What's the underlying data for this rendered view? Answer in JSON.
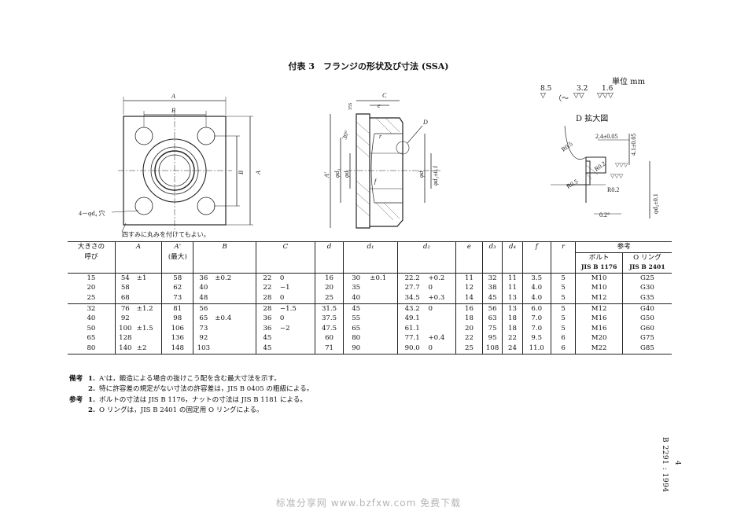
{
  "title": "付表 3　フランジの形状及び寸法 (SSA)",
  "unit": "単位 mm",
  "finish": {
    "a": "8.5",
    "b": "3.2",
    "c": "1.6",
    "paren_open": "（～",
    "tri1": "▽",
    "tri2": "▽▽",
    "tri3": "▽▽▽"
  },
  "detail_title": "D 拡大図",
  "front_view": {
    "dim_A": "A",
    "dim_B": "B",
    "dim_B_v": "B",
    "dim_A_v": "A",
    "hole_label": "4－φd₄ 穴",
    "corner_note": "四すみに丸みを付けてもよい。"
  },
  "section_view": {
    "dim_C": "C",
    "dim_e": "e",
    "dim_A1": "A'",
    "dim_d3": "φd₃",
    "dim_d": "φd",
    "dim_f": "f",
    "dim_d_r": "φd",
    "dim_d1": "φd₁±0.1",
    "angle": "30°",
    "r_label": "r",
    "face": "35S",
    "D_label": "D"
  },
  "detail_view": {
    "w": "2.4±0.05",
    "h": "4.1±0.05",
    "r1": "R0.5",
    "r2": "R0.2",
    "r3": "R0.5",
    "r4": "R0.2",
    "d2": "φd₂±0.1",
    "ang": "0.2°",
    "sym1": "▽▽▽",
    "sym2": "▽▽▽"
  },
  "table": {
    "headers": {
      "size": "大きさの",
      "size2": "呼び",
      "A": "A",
      "A1": "A'",
      "A1sub": "(最大)",
      "B": "B",
      "C": "C",
      "d": "d",
      "d1": "d₁",
      "d2": "d₂",
      "e": "e",
      "d3": "d₃",
      "d4": "d₄",
      "f": "f",
      "r": "r",
      "ref": "参考",
      "bolt": "ボルト",
      "oring": "O リング",
      "bolt_std": "JIS B 1176",
      "oring_std": "JIS B 2401"
    },
    "rows": [
      {
        "size": "15",
        "A": "54",
        "Atol": "±1",
        "A1": "58",
        "B": "36",
        "Btol": "±0.2",
        "C": "22",
        "Ctol": "0",
        "d": "16",
        "d1": "30",
        "d1tol": "±0.1",
        "d2": "22.2",
        "d2tol": "+0.2",
        "e": "11",
        "d3": "32",
        "d4": "11",
        "f": "3.5",
        "r": "5",
        "bolt": "M10",
        "oring": "G25"
      },
      {
        "size": "20",
        "A": "58",
        "Atol": "",
        "A1": "62",
        "B": "40",
        "Btol": "",
        "C": "22",
        "Ctol": "−1",
        "d": "20",
        "d1": "35",
        "d1tol": "",
        "d2": "27.7",
        "d2tol": "0",
        "e": "12",
        "d3": "38",
        "d4": "11",
        "f": "4.0",
        "r": "5",
        "bolt": "M10",
        "oring": "G30"
      },
      {
        "size": "25",
        "A": "68",
        "Atol": "",
        "A1": "73",
        "B": "48",
        "Btol": "",
        "C": "28",
        "Ctol": "0",
        "d": "25",
        "d1": "40",
        "d1tol": "",
        "d2": "34.5",
        "d2tol": "+0.3",
        "e": "14",
        "d3": "45",
        "d4": "13",
        "f": "4.0",
        "r": "5",
        "bolt": "M12",
        "oring": "G35"
      },
      {
        "size": "32",
        "A": "76",
        "Atol": "±1.2",
        "A1": "81",
        "B": "56",
        "Btol": "",
        "C": "28",
        "Ctol": "−1.5",
        "d": "31.5",
        "d1": "45",
        "d1tol": "",
        "d2": "43.2",
        "d2tol": "0",
        "e": "16",
        "d3": "56",
        "d4": "13",
        "f": "6.0",
        "r": "5",
        "bolt": "M12",
        "oring": "G40"
      },
      {
        "size": "40",
        "A": "92",
        "Atol": "",
        "A1": "98",
        "B": "65",
        "Btol": "±0.4",
        "C": "36",
        "Ctol": "0",
        "d": "37.5",
        "d1": "55",
        "d1tol": "",
        "d2": "49.1",
        "d2tol": "",
        "e": "18",
        "d3": "63",
        "d4": "18",
        "f": "7.0",
        "r": "5",
        "bolt": "M16",
        "oring": "G50"
      },
      {
        "size": "50",
        "A": "100",
        "Atol": "±1.5",
        "A1": "106",
        "B": "73",
        "Btol": "",
        "C": "36",
        "Ctol": "−2",
        "d": "47.5",
        "d1": "65",
        "d1tol": "",
        "d2": "61.1",
        "d2tol": "",
        "e": "20",
        "d3": "75",
        "d4": "18",
        "f": "7.0",
        "r": "5",
        "bolt": "M16",
        "oring": "G60"
      },
      {
        "size": "65",
        "A": "128",
        "Atol": "",
        "A1": "136",
        "B": "92",
        "Btol": "",
        "C": "45",
        "Ctol": "",
        "d": "60",
        "d1": "80",
        "d1tol": "",
        "d2": "77.1",
        "d2tol": "+0.4",
        "e": "22",
        "d3": "95",
        "d4": "22",
        "f": "9.5",
        "r": "6",
        "bolt": "M20",
        "oring": "G75"
      },
      {
        "size": "80",
        "A": "140",
        "Atol": "±2",
        "A1": "148",
        "B": "103",
        "Btol": "",
        "C": "45",
        "Ctol": "",
        "d": "71",
        "d1": "90",
        "d1tol": "",
        "d2": "90.0",
        "d2tol": "0",
        "e": "25",
        "d3": "108",
        "d4": "24",
        "f": "11.0",
        "r": "6",
        "bolt": "M22",
        "oring": "G85"
      }
    ]
  },
  "notes": [
    {
      "tag": "備考",
      "num": "1.",
      "text": "A'は，鍛造による場合の抜けこう配を含む最大寸法を示す。"
    },
    {
      "tag": "",
      "num": "2.",
      "text": "特に許容差の規定がない寸法の許容差は，JIS B 0405 の粗級による。"
    },
    {
      "tag": "参考",
      "num": "1.",
      "text": "ボルトの寸法は JIS B 1176，ナットの寸法は JIS B 1181 による。"
    },
    {
      "tag": "",
      "num": "2.",
      "text": "O リングは，JIS B 2401 の固定用 O リングによる。"
    }
  ],
  "side_doc": "B 2291 : 1994",
  "page_number": "4",
  "watermark": "标准分享网 www.bzfxw.com 免费下载"
}
